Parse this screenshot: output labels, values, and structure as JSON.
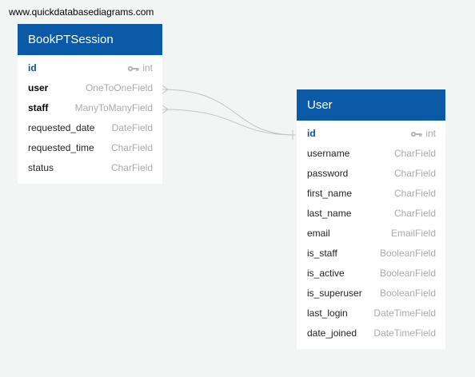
{
  "watermark": "www.quickdatabasediagrams.com",
  "tables": [
    {
      "name": "BookPTSession",
      "fields": [
        {
          "name": "id",
          "type": "int",
          "kind": "pk"
        },
        {
          "name": "user",
          "type": "OneToOneField",
          "kind": "fk"
        },
        {
          "name": "staff",
          "type": "ManyToManyField",
          "kind": "fk"
        },
        {
          "name": "requested_date",
          "type": "DateField",
          "kind": "normal"
        },
        {
          "name": "requested_time",
          "type": "CharField",
          "kind": "normal"
        },
        {
          "name": "status",
          "type": "CharField",
          "kind": "normal"
        }
      ]
    },
    {
      "name": "User",
      "fields": [
        {
          "name": "id",
          "type": "int",
          "kind": "pk"
        },
        {
          "name": "username",
          "type": "CharField",
          "kind": "normal"
        },
        {
          "name": "password",
          "type": "CharField",
          "kind": "normal"
        },
        {
          "name": "first_name",
          "type": "CharField",
          "kind": "normal"
        },
        {
          "name": "last_name",
          "type": "CharField",
          "kind": "normal"
        },
        {
          "name": "email",
          "type": "EmailField",
          "kind": "normal"
        },
        {
          "name": "is_staff",
          "type": "BooleanField",
          "kind": "normal"
        },
        {
          "name": "is_active",
          "type": "BooleanField",
          "kind": "normal"
        },
        {
          "name": "is_superuser",
          "type": "BooleanField",
          "kind": "normal"
        },
        {
          "name": "last_login",
          "type": "DateTimeField",
          "kind": "normal"
        },
        {
          "name": "date_joined",
          "type": "DateTimeField",
          "kind": "normal"
        }
      ]
    }
  ],
  "relationships": [
    {
      "from": "BookPTSession.user",
      "to": "User.id",
      "from_end": "many",
      "to_end": "one"
    },
    {
      "from": "BookPTSession.staff",
      "to": "User.id",
      "from_end": "many",
      "to_end": "one"
    }
  ],
  "colors": {
    "header": "#0b5aa8",
    "pk": "#0b4f95",
    "type": "#aaaaaa",
    "line": "#c4c4c4"
  }
}
